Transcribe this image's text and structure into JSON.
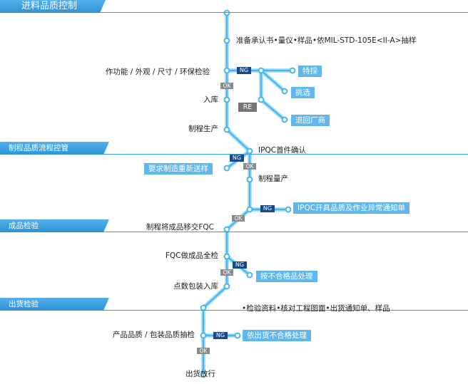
{
  "sections": {
    "incoming": "进料品质控制",
    "process": "制程品质流程控管",
    "finished": "成品检验",
    "shipping": "出货检验"
  },
  "steps": {
    "sample": "准备承认书•量仪•样品•依MIL-STD-105E<II-A>抽样",
    "inspect": "作功能 / 外观 / 尺寸 / 环保检验",
    "warehouse": "入库",
    "production": "制程生产",
    "ipqc_first": "IPQC首件确认",
    "mass": "制程量产",
    "move_fqc": "制程将成品移交FQC",
    "fqc_full": "FQC做成品全检",
    "pack": "点数包装入库",
    "docs": "•检验资料•核对工程图面•出货通知单、样品",
    "sampling_check": "产品品质 / 包装品质抽检",
    "release": "出货放行"
  },
  "actions": {
    "special": "特採",
    "select": "挑选",
    "return": "退回厂商",
    "remake": "要求制造重新送样",
    "ipqc_notice": "IPQC开具品质及作业异常通知单",
    "nonconform": "按不合格品处理",
    "ship_nonconform": "依出货不合格处理"
  },
  "tags": {
    "ng": "NG",
    "ok": "OK",
    "re": "RE"
  }
}
